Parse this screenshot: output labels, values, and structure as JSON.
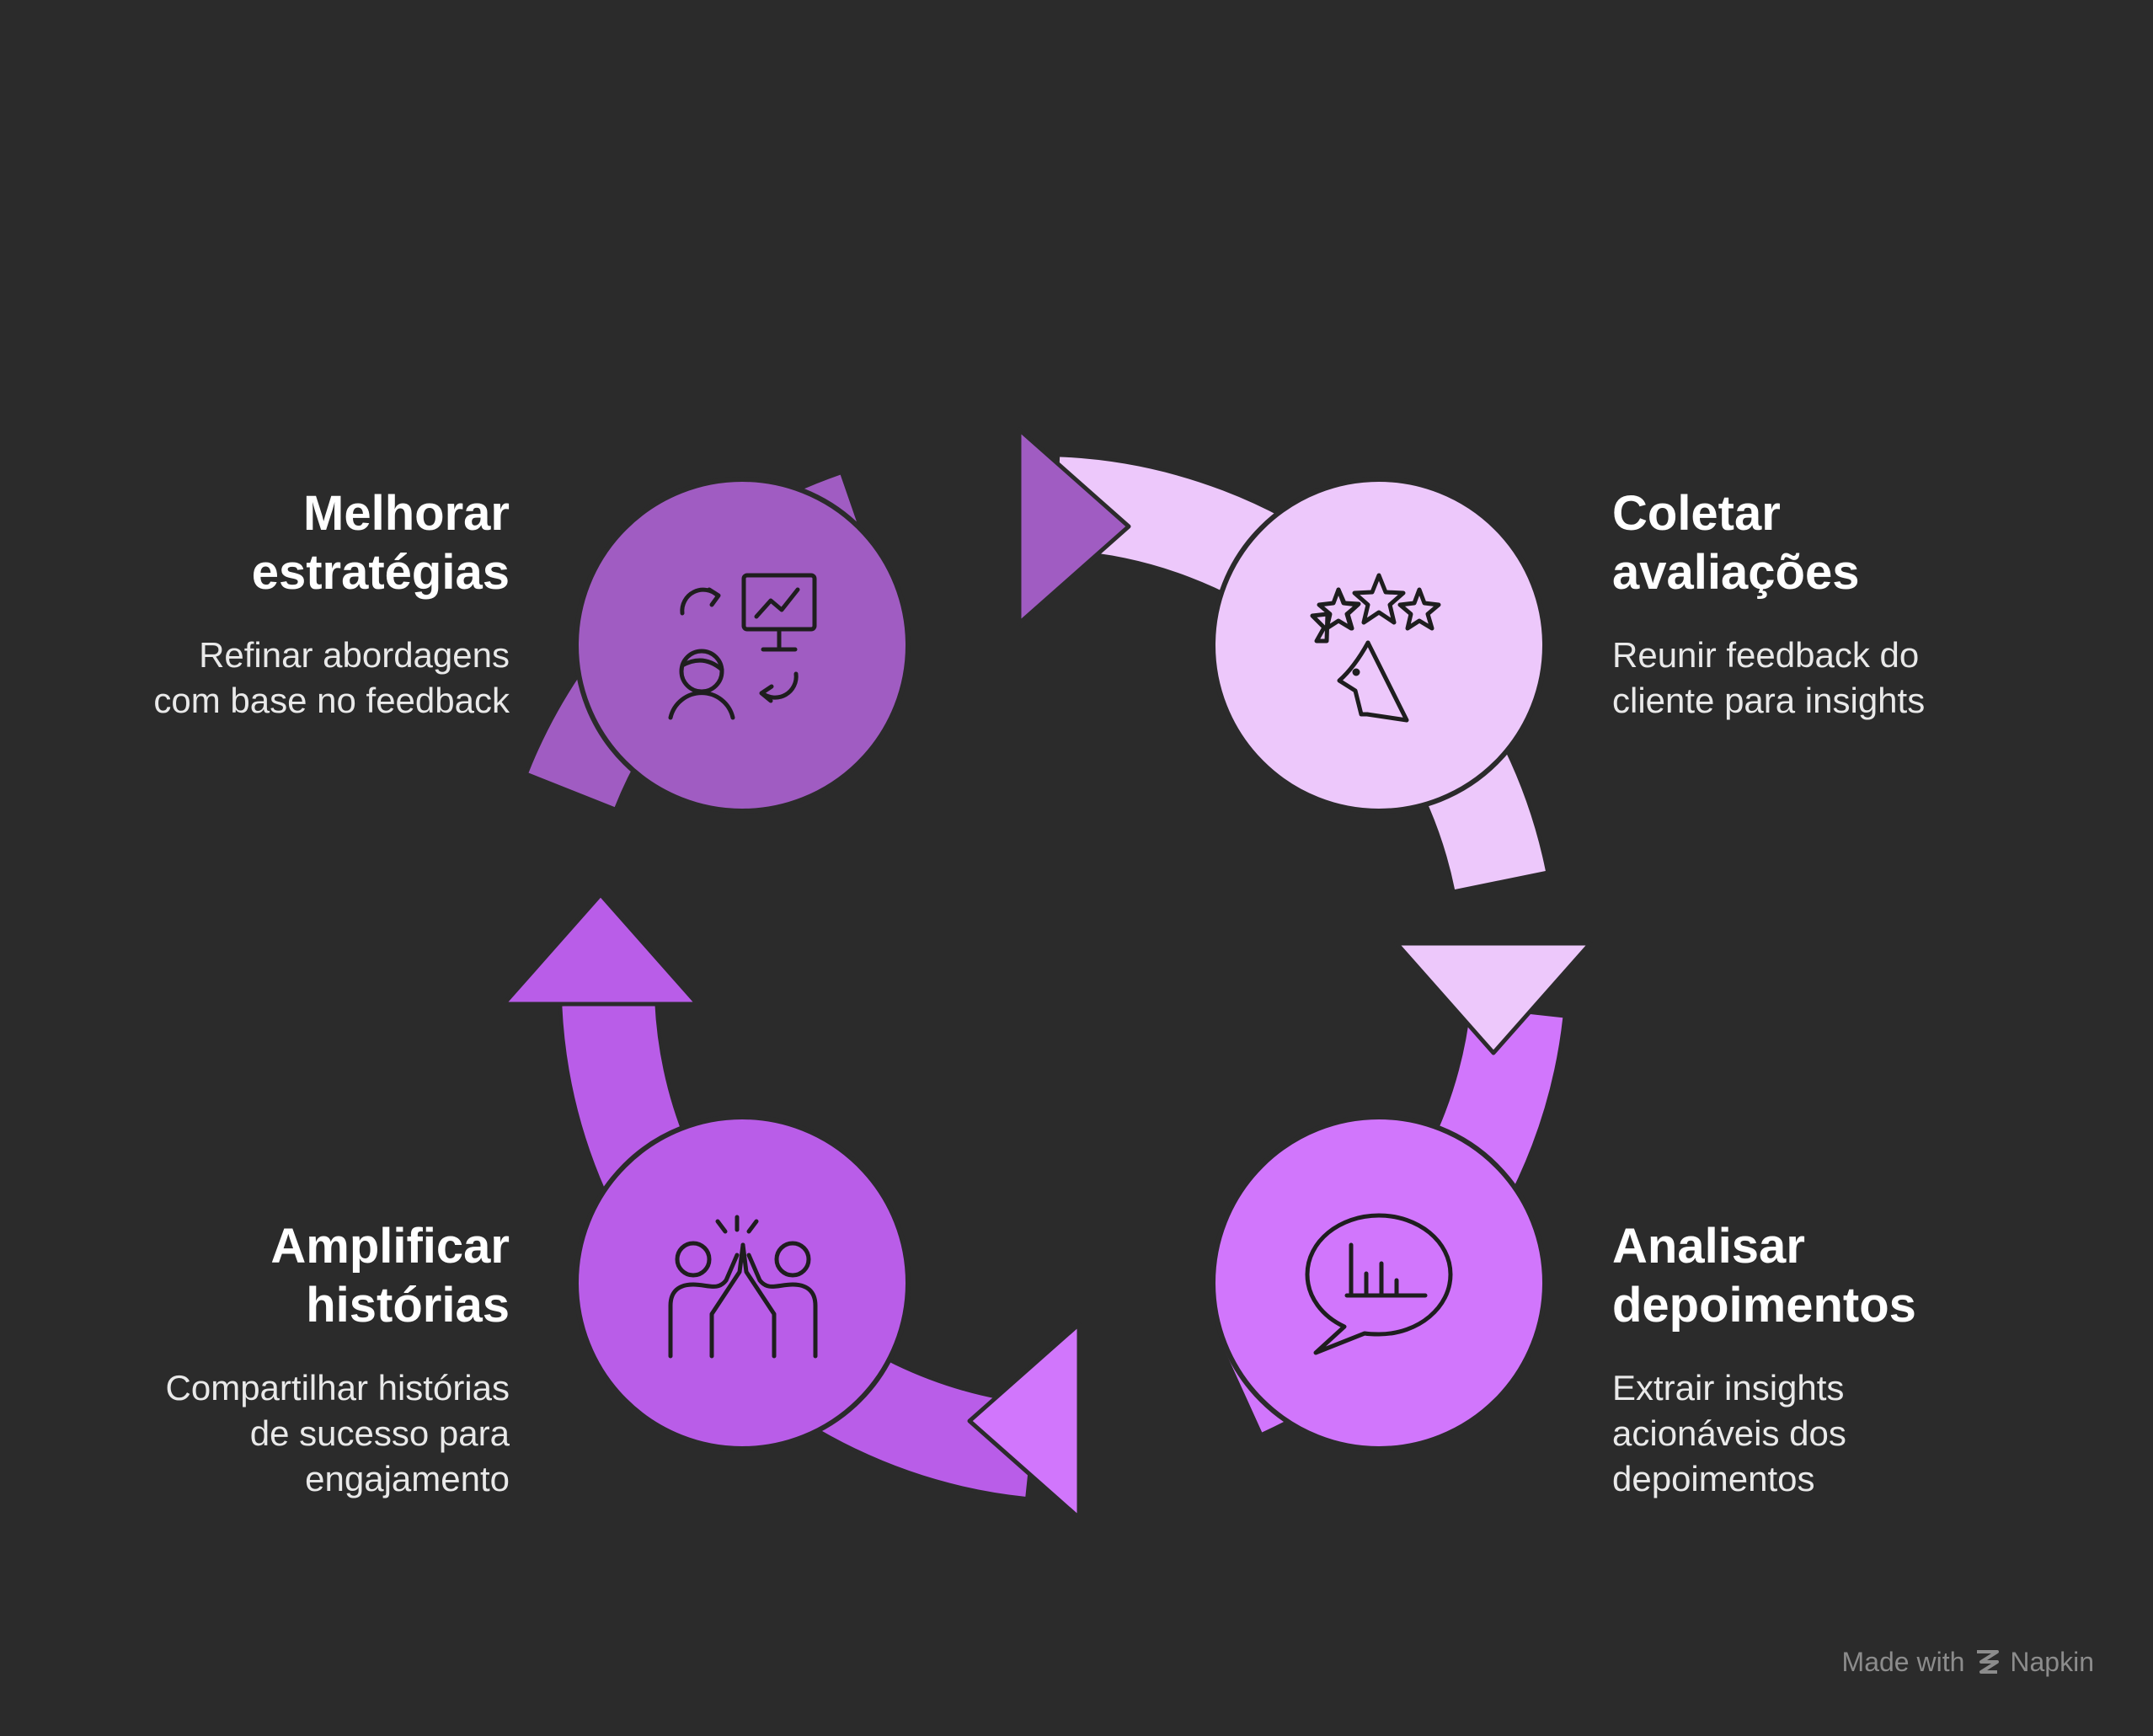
{
  "colors": {
    "background": "#2b2b2b",
    "stroke": "#2b2b2b",
    "step_1": "#a05cc2",
    "step_2": "#edc8fb",
    "step_3": "#d176fc",
    "step_4": "#b95de8"
  },
  "steps": [
    {
      "id": "step-1",
      "title": "Melhorar\nestratégias",
      "description": "Refinar abordagens\ncom base no feedback",
      "icon": "strategy-feedback-icon"
    },
    {
      "id": "step-2",
      "title": "Coletar\navaliações",
      "description": "Reunir feedback do\ncliente para insights",
      "icon": "star-rating-icon"
    },
    {
      "id": "step-3",
      "title": "Analisar\ndepoimentos",
      "description": "Extrair insights\nacionáveis dos\ndepoimentos",
      "icon": "chart-speech-bubble-icon"
    },
    {
      "id": "step-4",
      "title": "Amplificar\nhistórias",
      "description": "Compartilhar histórias\nde sucesso para\nengajamento",
      "icon": "high-five-icon"
    }
  ],
  "footer": {
    "made_with": "Made with",
    "brand": "Napkin"
  }
}
